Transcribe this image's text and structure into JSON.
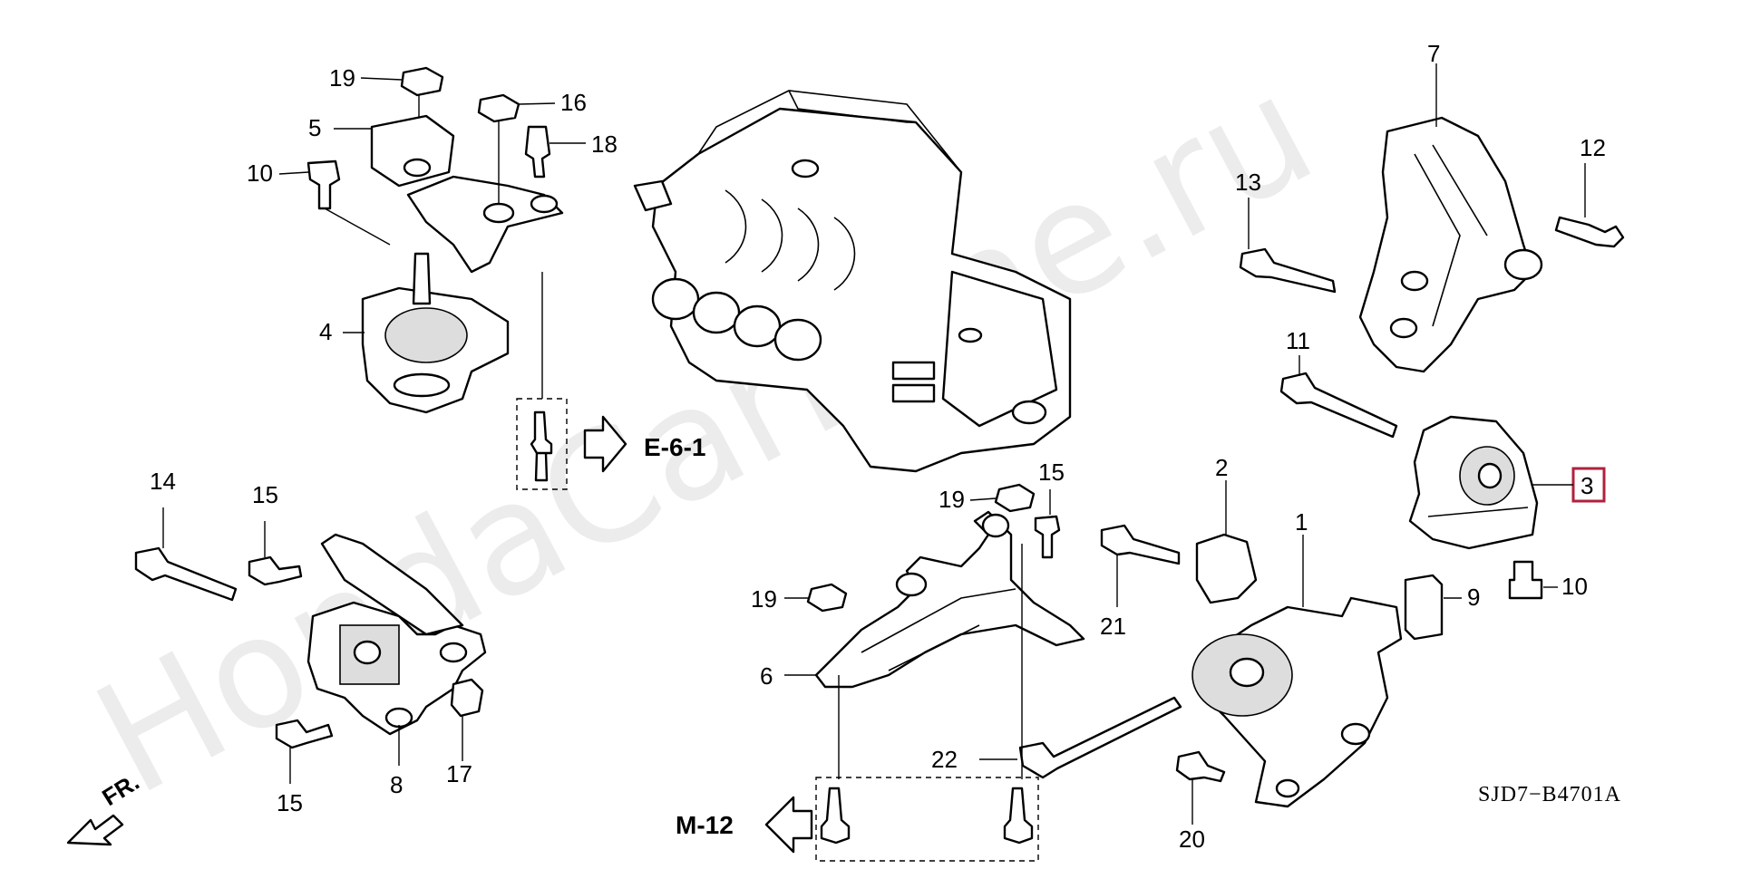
{
  "watermark": "HondaCarMine.ru",
  "diagram_code": "SJD7−B4701A",
  "front_label": "FR.",
  "refs": {
    "e61": "E-6-1",
    "m12": "M-12"
  },
  "callouts": [
    {
      "id": "c19a",
      "text": "19"
    },
    {
      "id": "c16",
      "text": "16"
    },
    {
      "id": "c5",
      "text": "5"
    },
    {
      "id": "c18",
      "text": "18"
    },
    {
      "id": "c10a",
      "text": "10"
    },
    {
      "id": "c4",
      "text": "4"
    },
    {
      "id": "c7",
      "text": "7"
    },
    {
      "id": "c12",
      "text": "12"
    },
    {
      "id": "c13",
      "text": "13"
    },
    {
      "id": "c11",
      "text": "11"
    },
    {
      "id": "c3",
      "text": "3"
    },
    {
      "id": "c2",
      "text": "2"
    },
    {
      "id": "c1",
      "text": "1"
    },
    {
      "id": "c9",
      "text": "9"
    },
    {
      "id": "c10b",
      "text": "10"
    },
    {
      "id": "c14",
      "text": "14"
    },
    {
      "id": "c15a",
      "text": "15"
    },
    {
      "id": "c15b",
      "text": "15"
    },
    {
      "id": "c19b",
      "text": "19"
    },
    {
      "id": "c19c",
      "text": "19"
    },
    {
      "id": "c6",
      "text": "6"
    },
    {
      "id": "c21",
      "text": "21"
    },
    {
      "id": "c22",
      "text": "22"
    },
    {
      "id": "c8",
      "text": "8"
    },
    {
      "id": "c17",
      "text": "17"
    },
    {
      "id": "c15c",
      "text": "15"
    },
    {
      "id": "c20",
      "text": "20"
    }
  ],
  "colors": {
    "highlight": "#b0213c"
  }
}
